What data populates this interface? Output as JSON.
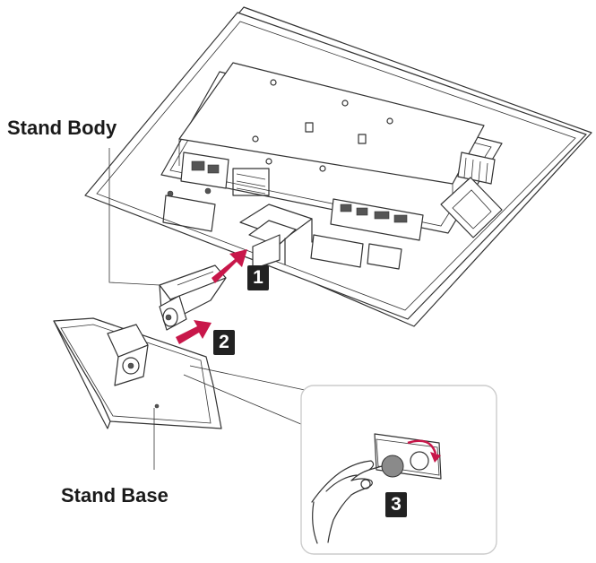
{
  "labels": {
    "stand_body": "Stand Body",
    "stand_base": "Stand Base"
  },
  "steps": [
    "1",
    "2",
    "3"
  ],
  "colors": {
    "line": "#333333",
    "arrow": "#c8174a",
    "step_badge": "#222222",
    "detail_border": "#cccccc"
  },
  "icons": [
    "monitor-back-panel",
    "stand-body",
    "stand-base",
    "hand-with-screw",
    "rotate-arrow"
  ]
}
